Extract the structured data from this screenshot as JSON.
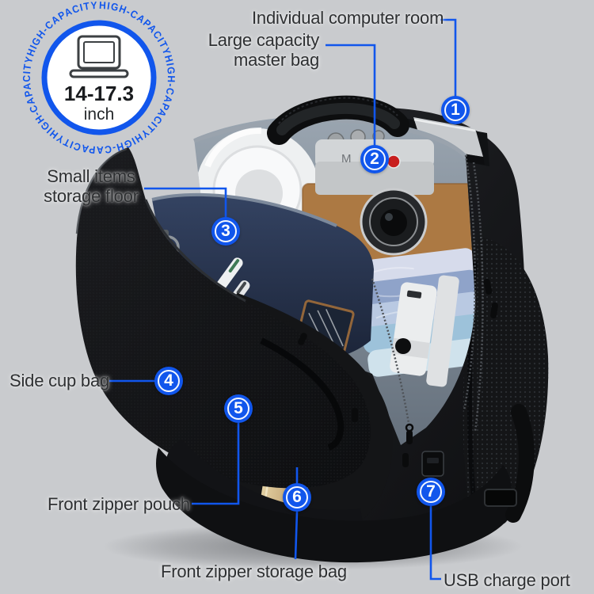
{
  "page": {
    "background": "#c9cbce",
    "accent": "#1156ec",
    "label_color": "#2e3032"
  },
  "badge": {
    "ring_text": "HIGH-CAPACITYHIGH-CAPACITYHIGH-CAPACITYHIGH-CAPACITYHIGH-CAPACITY",
    "size_range": "14-17.3",
    "unit": "inch",
    "icon": "laptop-icon"
  },
  "product": {
    "camera_marking": "M"
  },
  "annotations": [
    {
      "num": "1",
      "label": "Individual computer room"
    },
    {
      "num": "2",
      "label": "Large capacity master bag"
    },
    {
      "num": "3",
      "label": "Small items storage floor"
    },
    {
      "num": "4",
      "label": "Side cup bag"
    },
    {
      "num": "5",
      "label": "Front zipper pouch"
    },
    {
      "num": "6",
      "label": "Front zipper storage bag"
    },
    {
      "num": "7",
      "label": "USB charge port"
    }
  ]
}
